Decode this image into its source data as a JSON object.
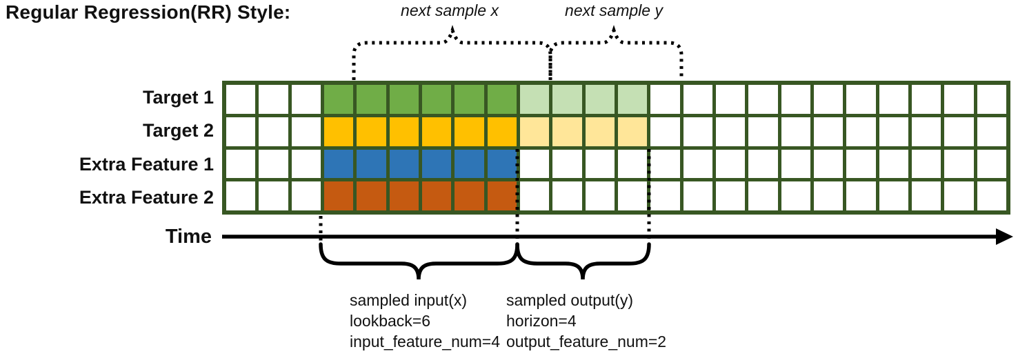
{
  "title": "Regular Regression(RR) Style:",
  "annotations": {
    "next_sample_x": "next sample x",
    "next_sample_y": "next sample y",
    "input_lines": [
      "sampled input(x)",
      "lookback=6",
      "input_feature_num=4"
    ],
    "output_lines": [
      "sampled output(y)",
      "horizon=4",
      "output_feature_num=2"
    ]
  },
  "time_axis": {
    "label": "Time"
  },
  "grid": {
    "columns": 24,
    "rows_count": 4,
    "input_col_start": 4,
    "input_col_end": 9,
    "output_col_start": 10,
    "output_col_end": 13,
    "rows": [
      {
        "label": "Target 1",
        "input_color": "#70ad47",
        "output_color": "#c5e0b4"
      },
      {
        "label": "Target 2",
        "input_color": "#ffc000",
        "output_color": "#ffe699"
      },
      {
        "label": "Extra Feature 1",
        "input_color": "#2e75b6",
        "output_color": null
      },
      {
        "label": "Extra Feature 2",
        "input_color": "#c55a11",
        "output_color": null
      }
    ]
  },
  "colors": {
    "grid_border": "#385723",
    "cell_empty": "#ffffff",
    "ink": "#000000",
    "target1_input": "#70ad47",
    "target1_output": "#c5e0b4",
    "target2_input": "#ffc000",
    "target2_output": "#ffe699",
    "feature1_input": "#2e75b6",
    "feature2_input": "#c55a11"
  }
}
